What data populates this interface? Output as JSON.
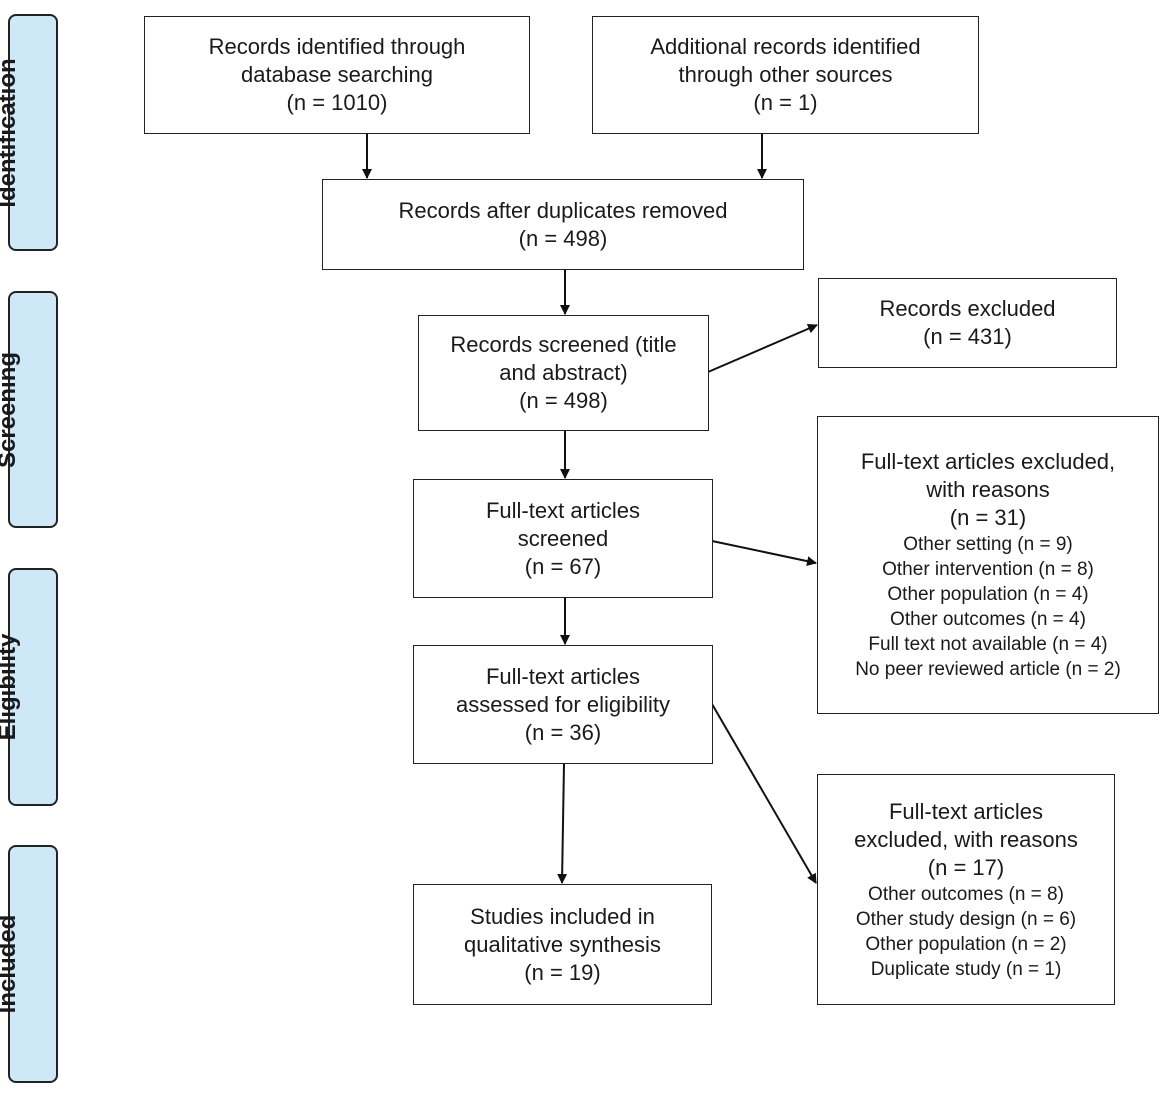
{
  "stages": [
    "Identification",
    "Screening",
    "Eligibility",
    "Included"
  ],
  "boxes": {
    "db": [
      "Records identified through",
      "database searching",
      "(n = 1010)"
    ],
    "other": [
      "Additional records identified",
      "through other sources",
      "(n = 1)"
    ],
    "dup": [
      "Records after duplicates removed",
      "(n = 498)"
    ],
    "screened": [
      "Records screened (title",
      "and abstract)",
      "(n = 498)"
    ],
    "excl1": [
      "Records excluded",
      "(n = 431)"
    ],
    "ft_screened": [
      "Full-text articles",
      "screened",
      "(n = 67)"
    ],
    "excl2": {
      "head": [
        "Full-text articles excluded,",
        "with reasons",
        "(n = 31)"
      ],
      "reasons": [
        "Other setting (n = 9)",
        "Other intervention (n = 8)",
        "Other population (n = 4)",
        "Other outcomes (n = 4)",
        "Full text not available (n = 4)",
        "No peer reviewed article (n = 2)"
      ]
    },
    "eligible": [
      "Full-text articles",
      "assessed for eligibility",
      "(n = 36)"
    ],
    "excl3": {
      "head": [
        "Full-text articles",
        "excluded, with reasons",
        "(n = 17)"
      ],
      "reasons": [
        "Other outcomes (n = 8)",
        "Other study design (n = 6)",
        "Other population (n = 2)",
        "Duplicate study (n = 1)"
      ]
    },
    "included": [
      "Studies included in",
      "qualitative synthesis",
      "(n = 19)"
    ]
  }
}
